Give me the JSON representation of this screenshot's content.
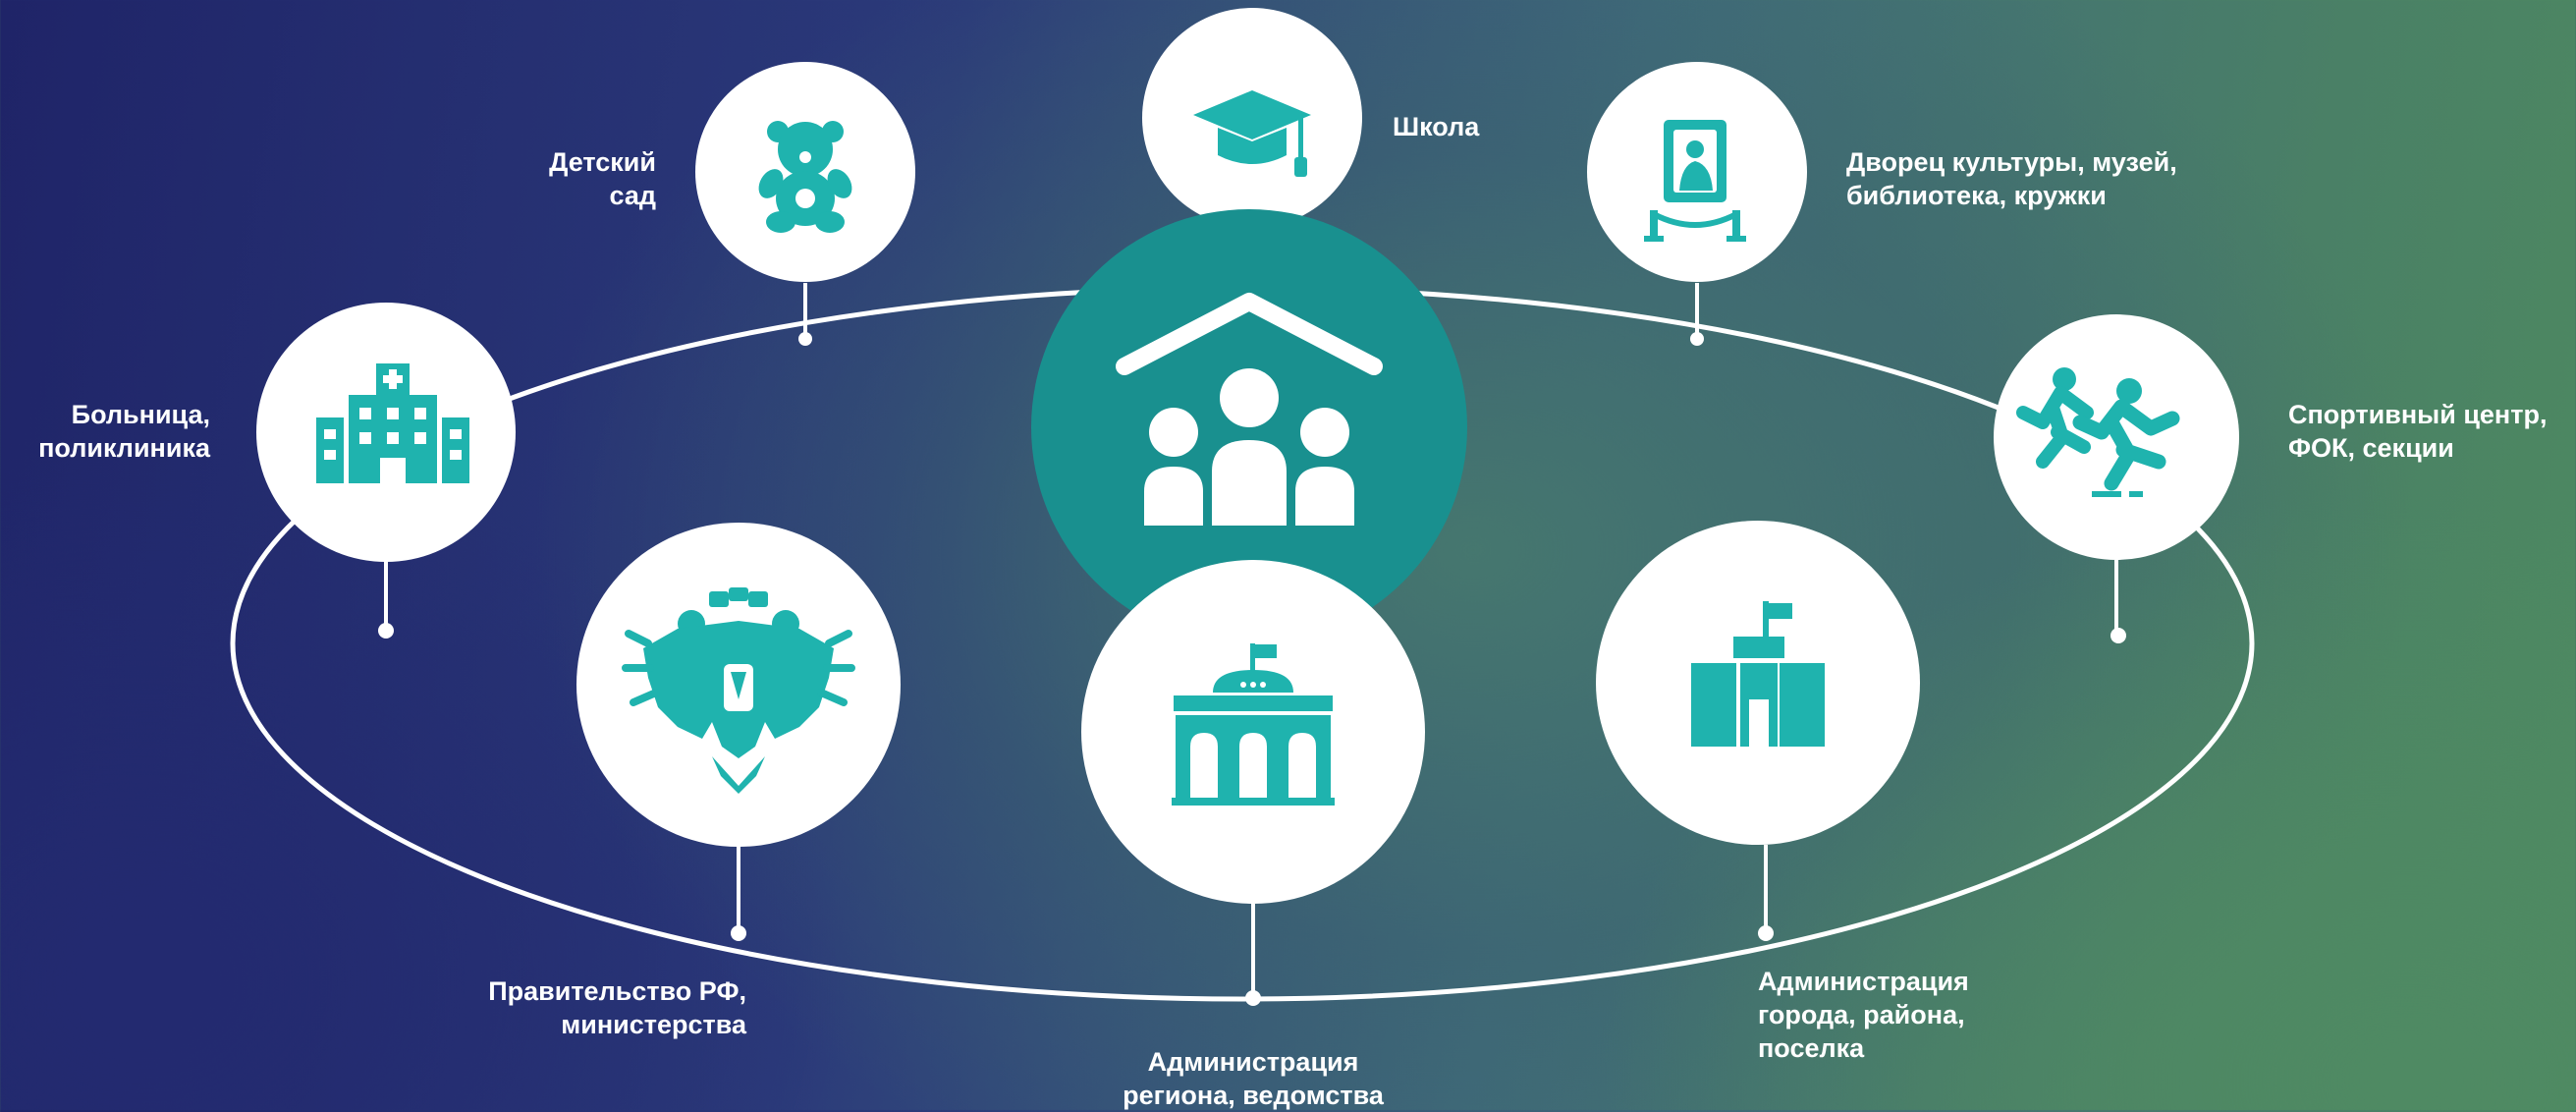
{
  "colors": {
    "hub_teal": "#19908f",
    "icon_teal": "#1fb3ae",
    "node_white": "#ffffff",
    "line_white": "#ffffff"
  },
  "hub": {
    "icon": "people-under-roof-icon"
  },
  "nodes": [
    {
      "id": "kindergarten",
      "icon": "teddy-bear-icon",
      "label_lines": [
        "Детский",
        "сад"
      ]
    },
    {
      "id": "school",
      "icon": "graduation-cap-icon",
      "label_lines": [
        "Школа"
      ]
    },
    {
      "id": "culture",
      "icon": "museum-painting-icon",
      "label_lines": [
        "Дворец культуры, музей,",
        "библиотека, кружки"
      ]
    },
    {
      "id": "hospital",
      "icon": "hospital-building-icon",
      "label_lines": [
        "Больница,",
        "поликлиника"
      ]
    },
    {
      "id": "sport",
      "icon": "running-person-icon",
      "label_lines": [
        "Спортивный центр,",
        "ФОК, секции"
      ]
    },
    {
      "id": "government",
      "icon": "double-headed-eagle-icon",
      "label_lines": [
        "Правительство РФ,",
        "министерства"
      ]
    },
    {
      "id": "region",
      "icon": "government-building-icon",
      "label_lines": [
        "Администрация",
        "региона, ведомства"
      ]
    },
    {
      "id": "city",
      "icon": "city-hall-icon",
      "label_lines": [
        "Администрация",
        "города, района,",
        "поселка"
      ]
    }
  ]
}
